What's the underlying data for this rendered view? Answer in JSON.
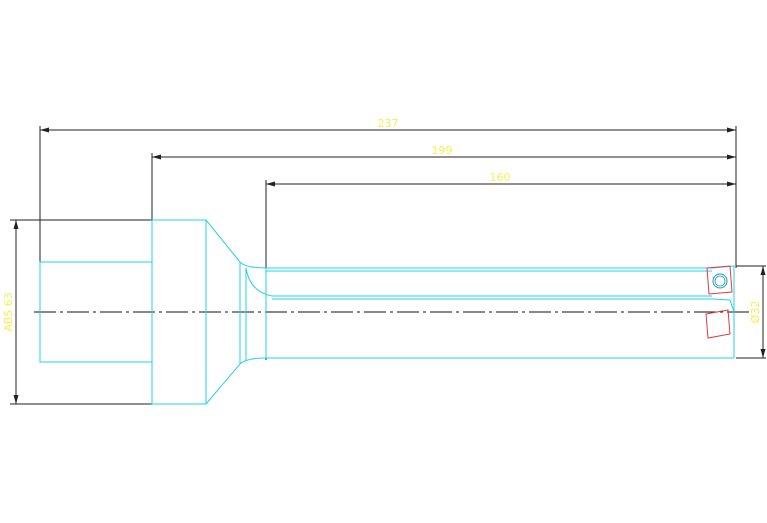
{
  "dimensions": {
    "overall_length": "237",
    "mid_length": "199",
    "shank_length": "160",
    "coupling_size": "ABS 63",
    "cutting_diameter": "Ø32"
  },
  "colors": {
    "background": "#ffffff",
    "outline": "#22d3e8",
    "dimension_line": "#222222",
    "dimension_text": "#f2f250",
    "insert_outline": "#e23a3a",
    "centerline": "#111111",
    "insert_hole": "#1c9fb8"
  }
}
